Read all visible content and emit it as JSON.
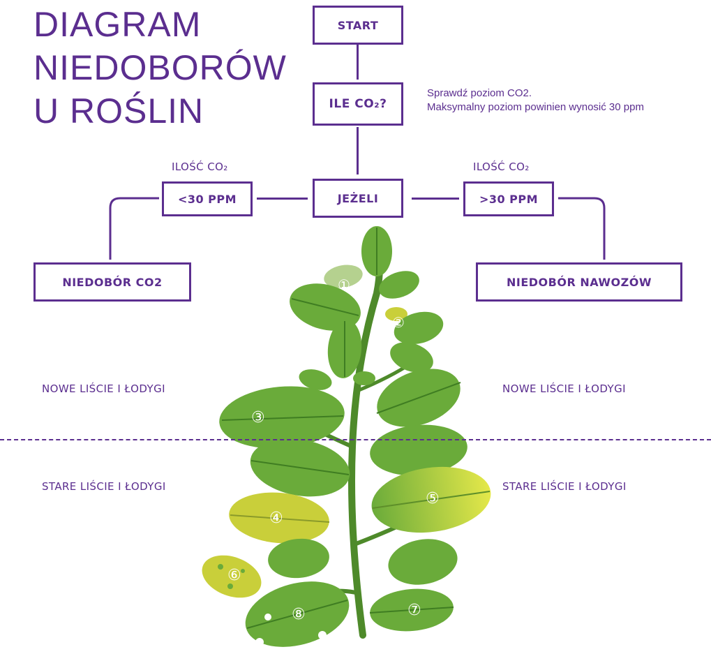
{
  "title": {
    "line1": "DIAGRAM",
    "line2": "NIEDOBORÓW",
    "line3": "U ROŚLIN"
  },
  "flow": {
    "start": "START",
    "question": "ILE CO₂?",
    "note_line1": "Sprawdź poziom CO2.",
    "note_line2": "Maksymalny poziom powinien wynosić 30 ppm",
    "condition": "JEŻELI",
    "left_header": "ILOŚĆ CO₂",
    "right_header": "ILOŚĆ CO₂",
    "left_box": "<30 PPM",
    "right_box": ">30 PPM",
    "left_result": "NIEDOBÓR CO2",
    "right_result": "NIEDOBÓR NAWOZÓW"
  },
  "sections": {
    "new_left": "NOWE LIŚCIE I ŁODYGI",
    "new_right": "NOWE LIŚCIE I ŁODYGI",
    "old_left": "STARE LIŚCIE I ŁODYGI",
    "old_right": "STARE LIŚCIE I ŁODYGI"
  },
  "markers": [
    "①",
    "②",
    "③",
    "④",
    "⑤",
    "⑥",
    "⑦",
    "⑧"
  ],
  "colors": {
    "accent": "#5b2e8f",
    "leaf_green": "#6aab3a",
    "leaf_dark": "#3f7d22",
    "leaf_yellow": "#c9cf3a"
  }
}
